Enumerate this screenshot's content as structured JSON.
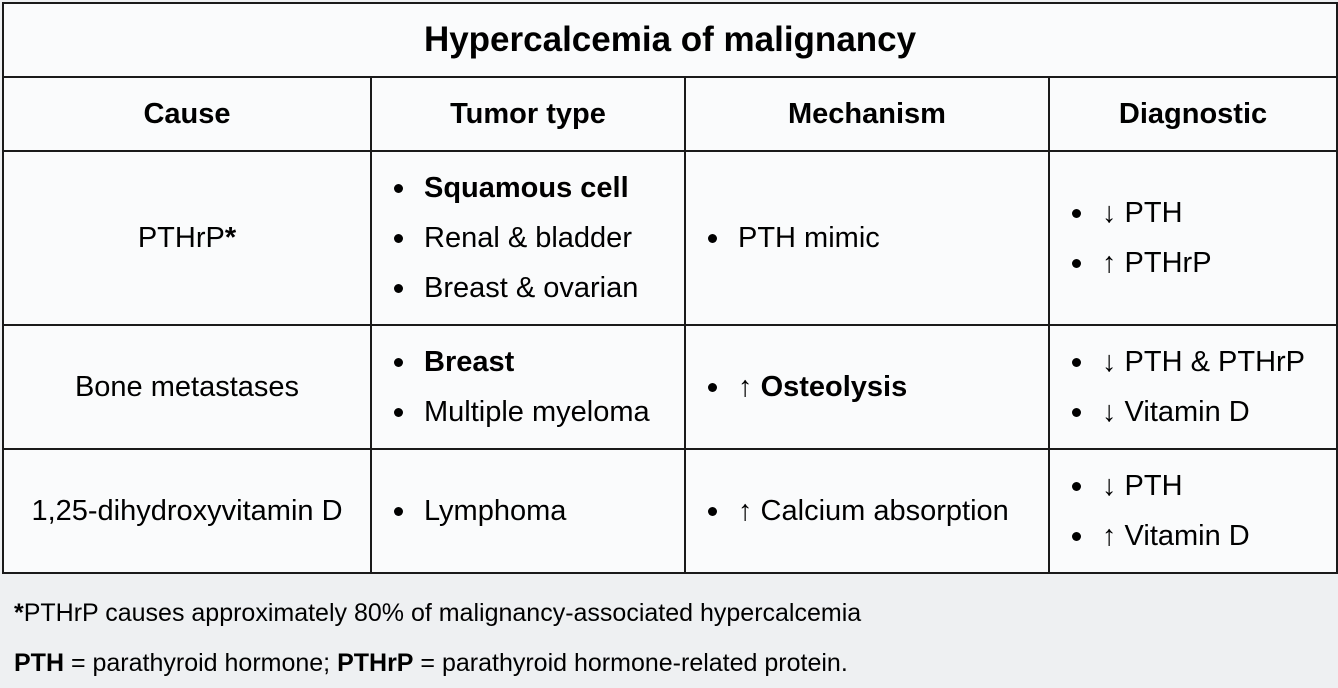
{
  "title": "Hypercalcemia of malignancy",
  "headers": {
    "cause": "Cause",
    "tumor": "Tumor type",
    "mechanism": "Mechanism",
    "diagnostic": "Diagnostic"
  },
  "rows": [
    {
      "cause": "PTHrP",
      "cause_marker": "*",
      "tumor": [
        "Squamous cell",
        "Renal & bladder",
        "Breast & ovarian"
      ],
      "mechanism": [
        "PTH mimic"
      ],
      "diagnostic": [
        "↓ PTH",
        "↑ PTHrP"
      ]
    },
    {
      "cause": "Bone metastases",
      "tumor": [
        "Breast",
        "Multiple myeloma"
      ],
      "mechanism_arrow": "↑ ",
      "mechanism": [
        "Osteolysis"
      ],
      "diagnostic": [
        "↓ PTH & PTHrP",
        "↓ Vitamin D"
      ]
    },
    {
      "cause": "1,25-dihydroxyvitamin D",
      "tumor": [
        "Lymphoma"
      ],
      "mechanism": [
        "↑ Calcium absorption"
      ],
      "diagnostic": [
        "↓ PTH",
        "↑ Vitamin D"
      ]
    }
  ],
  "footnotes": {
    "note1_marker": "*",
    "note1_text": "PTHrP causes approximately 80% of malignancy-associated hypercalcemia",
    "pth_abbr": "PTH",
    "pth_def": " = parathyroid hormone; ",
    "pthrp_abbr": "PTHrP",
    "pthrp_def": " = parathyroid hormone-related protein."
  }
}
